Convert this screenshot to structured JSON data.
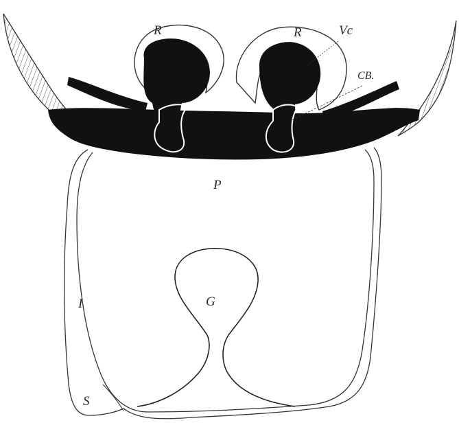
{
  "labels": {
    "R_left": "R",
    "R_right": "R",
    "Vc": "Vc",
    "CB": "CB.",
    "P": "P",
    "G": "G",
    "I": "I",
    "S": "S"
  },
  "colors": {
    "ink": "#111111",
    "line": "#2a2a2a",
    "paper": "#ffffff"
  }
}
